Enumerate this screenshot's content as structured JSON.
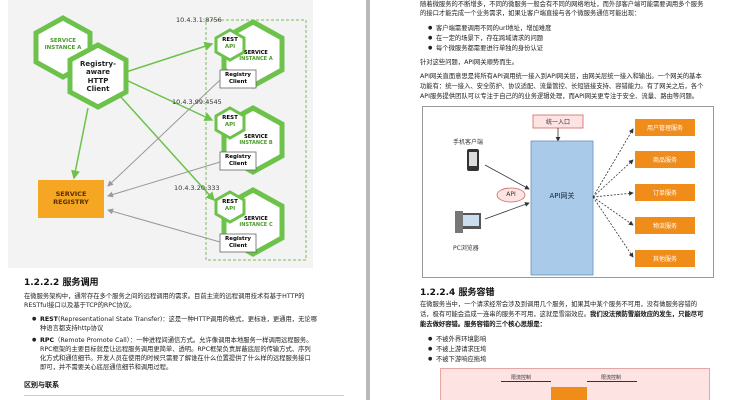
{
  "left_page": {
    "figure": {
      "ips": [
        "10.4.3.1:8756",
        "10.4.3.99:4545",
        "10.4.3.20:333"
      ],
      "service_a": "SERVICE\nINSTANCE A",
      "client_box": [
        "Registry-",
        "aware",
        "HTTP",
        "Client"
      ],
      "instances": [
        {
          "rest": [
            "REST",
            "API"
          ],
          "label": [
            "SERVICE",
            "INSTANCE A"
          ],
          "reg": [
            "Registry",
            "Client"
          ]
        },
        {
          "rest": [
            "REST",
            "API"
          ],
          "label": [
            "SERVICE",
            "INSTANCE B"
          ],
          "reg": [
            "Registry",
            "Client"
          ]
        },
        {
          "rest": [
            "REST",
            "API"
          ],
          "label": [
            "SERVICE",
            "INSTANCE C"
          ],
          "reg": [
            "Registry",
            "Client"
          ]
        }
      ],
      "registry": [
        "SERVICE",
        "REGISTRY"
      ]
    },
    "section_title": "1.2.2.2 服务调用",
    "intro": [
      "在微服务架构中，通常存在多个服务之间的远程调用的需求。目前主流的远程调用技术有基于HTTP的",
      "RESTful接口以及基于TCP的RPC协议。"
    ],
    "bullets": [
      {
        "key": "REST",
        "lines": [
          "(Representational State Transfer)：这是一种HTTP调用的格式，更标准，更通用，无论哪",
          "种语言都支持http协议"
        ]
      },
      {
        "key": "RPC",
        "lines": [
          "（Remote Promote Call）：一种进程间通信方式。允许像调用本地服务一样调用远程服务。",
          "RPC框架的主要目标就是让远程服务调用更简单、透明。RPC框架负责屏蔽底层的传输方式、序列",
          "化方式和通信细节。开发人员在使用的时候只需要了解谁在什么位置提供了什么样的远程服务接口",
          "即可，并不需要关心底层通信细节和调用过程。"
        ]
      }
    ],
    "subhead": "区别与联系"
  },
  "right_page": {
    "top_lines": [
      "随着微服务的不断增多，不同的微服务一般会有不同的网络地址，而外部客户端可能需要调用多个服务",
      "的接口才能完成一个业务需求，如果让客户端直接与各个微服务通信可能出现："
    ],
    "bullets1": [
      "客户端需要调用不同的url地址，增加难度",
      "在一定的场景下，存在跨域请求的问题",
      "每个微服务都需要进行单独的身份认证"
    ],
    "answer": "针对这些问题，API网关顺势而生。",
    "para": [
      "API网关直面意思是将所有API调用统一接入到API网关层，由网关层统一接入和输出。一个网关的基本",
      "功能有：统一接入、安全防护、协议适配、流量管控、长短链接支持、容错能力。有了网关之后，各个",
      "API服务提供团队可以专注于自己的的业务逻辑处理，而API网关更专注于安全、流量、路由等问题。"
    ],
    "diagram": {
      "entry": "统一入口",
      "mobile": "手机客户端",
      "api": "API",
      "gateway": "API网关",
      "pc": "PC浏览器",
      "services": [
        "用户管理服务",
        "商品服务",
        "订单服务",
        "物流服务",
        "其他服务"
      ]
    },
    "section_title": "1.2.2.4 服务容错",
    "p2_plain": [
      "在微服务当中，一个请求经常会涉及到调用几个服务，如果其中某个服务不可用，没有做服务容错的",
      "话，极有可能会造成一连串的服务不可用，这就是雪崩效应。"
    ],
    "p2_bold": [
      "我们没法预防雪崩效应的发生，只能尽可",
      "能去做好容错。服务容错的三个核心思想是："
    ],
    "bullets2": [
      "不被外界环境影响",
      "不被上游请求压垮",
      "不被下游响应拖垮"
    ],
    "bottom_labels": [
      "限流控制",
      "限流控制"
    ]
  },
  "colors": {
    "green": "#6cc24a",
    "orange": "#f5a623",
    "blue": "#a9cbe9",
    "orange_box": "#f08c1a",
    "pink": "#fde3e2"
  }
}
